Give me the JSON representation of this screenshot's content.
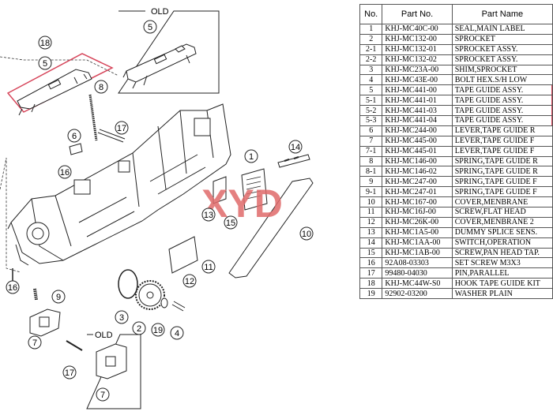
{
  "table": {
    "headers": [
      "No.",
      "Part No.",
      "Part Name"
    ],
    "rows": [
      {
        "no": "1",
        "part_no": "KHJ-MC40C-00",
        "name": "SEAL,MAIN LABEL"
      },
      {
        "no": "2",
        "part_no": "KHJ-MC132-00",
        "name": "SPROCKET"
      },
      {
        "no": "2-1",
        "part_no": "KHJ-MC132-01",
        "name": "SPROCKET ASSY."
      },
      {
        "no": "2-2",
        "part_no": "KHJ-MC132-02",
        "name": "SPROCKET ASSY."
      },
      {
        "no": "3",
        "part_no": "KHJ-MC23A-00",
        "name": "SHIM,SPROCKET"
      },
      {
        "no": "4",
        "part_no": "KHJ-MC43E-00",
        "name": "BOLT HEX.S/H LOW"
      },
      {
        "no": "5",
        "part_no": "KHJ-MC441-00",
        "name": "TAPE GUIDE ASSY."
      },
      {
        "no": "5-1",
        "part_no": "KHJ-MC441-01",
        "name": "TAPE GUIDE ASSY."
      },
      {
        "no": "5-2",
        "part_no": "KHJ-MC441-03",
        "name": "TAPE GUIDE ASSY."
      },
      {
        "no": "5-3",
        "part_no": "KHJ-MC441-04",
        "name": "TAPE GUIDE ASSY."
      },
      {
        "no": "6",
        "part_no": "KHJ-MC244-00",
        "name": "LEVER,TAPE GUIDE R"
      },
      {
        "no": "7",
        "part_no": "KHJ-MC445-00",
        "name": "LEVER,TAPE GUIDE F"
      },
      {
        "no": "7-1",
        "part_no": "KHJ-MC445-01",
        "name": "LEVER,TAPE GUIDE F"
      },
      {
        "no": "8",
        "part_no": "KHJ-MC146-00",
        "name": "SPRING,TAPE GUIDE R"
      },
      {
        "no": "8-1",
        "part_no": "KHJ-MC146-02",
        "name": "SPRING,TAPE GUIDE R"
      },
      {
        "no": "9",
        "part_no": "KHJ-MC247-00",
        "name": "SPRING,TAPE GUIDE F"
      },
      {
        "no": "9-1",
        "part_no": "KHJ-MC247-01",
        "name": "SPRING,TAPE GUIDE F"
      },
      {
        "no": "10",
        "part_no": "KHJ-MC167-00",
        "name": "COVER,MENBRANE"
      },
      {
        "no": "11",
        "part_no": "KHJ-MC16J-00",
        "name": "SCREW,FLAT HEAD"
      },
      {
        "no": "12",
        "part_no": "KHJ-MC26K-00",
        "name": "COVER,MENBRANE 2"
      },
      {
        "no": "13",
        "part_no": "KHJ-MC1A5-00",
        "name": "DUMMY SPLICE SENS."
      },
      {
        "no": "14",
        "part_no": "KHJ-MC1AA-00",
        "name": "SWITCH,OPERATION"
      },
      {
        "no": "15",
        "part_no": "KHJ-MC1AB-00",
        "name": "SCREW,PAN HEAD TAP."
      },
      {
        "no": "16",
        "part_no": "92A08-03303",
        "name": "SET SCREW  M3X3"
      },
      {
        "no": "17",
        "part_no": "99480-04030",
        "name": "PIN,PARALLEL"
      },
      {
        "no": "18",
        "part_no": "KHJ-MC44W-S0",
        "name": "HOOK TAPE GUIDE KIT"
      },
      {
        "no": "19",
        "part_no": "92902-03200",
        "name": "WASHER PLAIN"
      }
    ]
  },
  "diagram": {
    "old_label": "OLD",
    "watermark": "XYD",
    "highlight_color": "#d6455a",
    "callouts": [
      "18",
      "5",
      "5",
      "8",
      "17",
      "6",
      "16",
      "1",
      "14",
      "13",
      "15",
      "10",
      "11",
      "12",
      "16",
      "9",
      "3",
      "2",
      "19",
      "4",
      "7",
      "17",
      "7"
    ]
  }
}
